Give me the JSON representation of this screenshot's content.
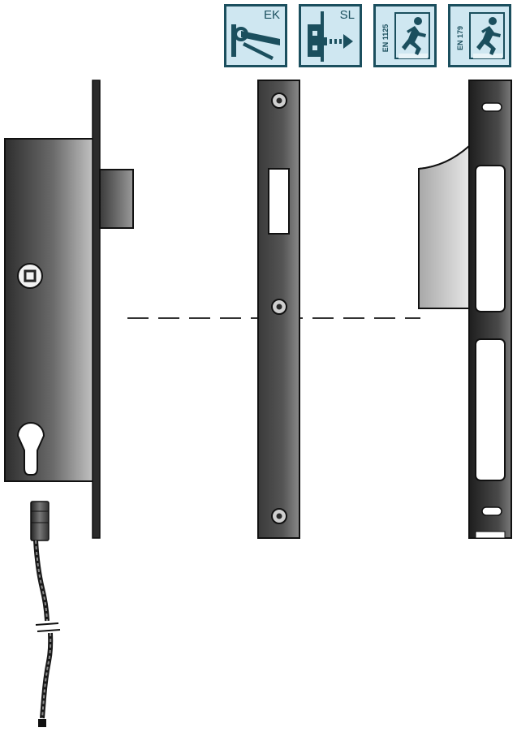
{
  "badges": [
    {
      "label": "EK",
      "icon": "door-handle-icon"
    },
    {
      "label": "SL",
      "icon": "latch-slide-icon"
    },
    {
      "label": "EN 1125",
      "icon": "emergency-exit-runner-icon"
    },
    {
      "label": "EN 179",
      "icon": "emergency-exit-runner-icon"
    }
  ],
  "colors": {
    "badge_border": "#1b4f5e",
    "badge_fill": "#cfe7f1",
    "badge_icon": "#1b4f5e",
    "metal_dark": "#2a2a2a",
    "metal_light": "#bdbdbd"
  }
}
